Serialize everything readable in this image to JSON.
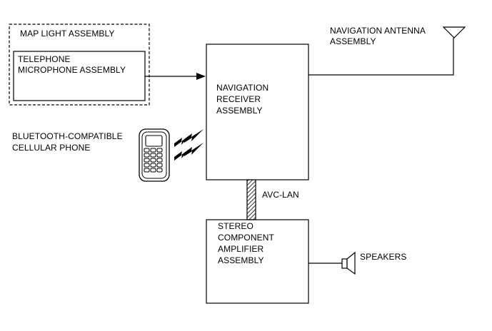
{
  "diagram": {
    "map_light": {
      "label": "MAP LIGHT ASSEMBLY"
    },
    "telephone_mic": {
      "line1": "TELEPHONE",
      "line2": "MICROPHONE ASSEMBLY"
    },
    "nav_receiver": {
      "line1": "NAVIGATION",
      "line2": "RECEIVER",
      "line3": "ASSEMBLY"
    },
    "nav_antenna": {
      "line1": "NAVIGATION ANTENNA",
      "line2": "ASSEMBLY"
    },
    "phone": {
      "line1": "BLUETOOTH-COMPATIBLE",
      "line2": "CELLULAR PHONE"
    },
    "bus": {
      "label": "AVC-LAN"
    },
    "amplifier": {
      "line1": "STEREO",
      "line2": "COMPONENT",
      "line3": "AMPLIFIER",
      "line4": "ASSEMBLY"
    },
    "speakers": {
      "label": "SPEAKERS"
    },
    "icons": [
      "antenna-icon",
      "cellular-phone-icon",
      "wireless-signal-icon",
      "speaker-icon"
    ]
  }
}
